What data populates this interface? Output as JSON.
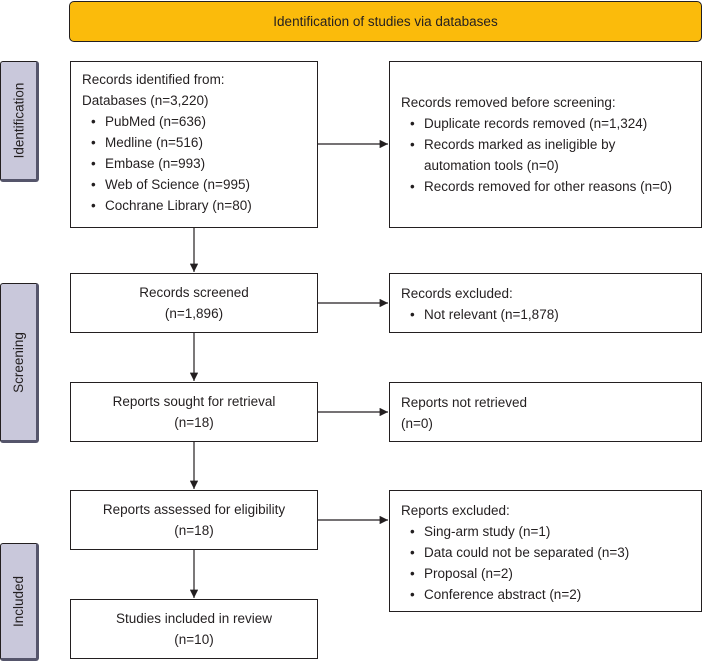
{
  "header": {
    "title": "Identification of studies via databases"
  },
  "phases": {
    "identification": "Identification",
    "screening": "Screening",
    "included": "Included"
  },
  "boxes": {
    "records_identified": {
      "title": "Records identified from:",
      "subtitle": "Databases (n=3,220)",
      "items": [
        "PubMed (n=636)",
        "Medline (n=516)",
        "Embase (n=993)",
        "Web of Science (n=995)",
        "Cochrane Library (n=80)"
      ]
    },
    "records_removed": {
      "title": "Records removed before screening:",
      "items": [
        "Duplicate records removed  (n=1,324)",
        "Records marked as ineligible by automation tools (n=0)",
        "Records removed for other reasons (n=0)"
      ]
    },
    "records_screened": {
      "title": "Records screened",
      "count": "(n=1,896)"
    },
    "records_excluded": {
      "title": "Records excluded:",
      "items": [
        "Not relevant (n=1,878)"
      ]
    },
    "reports_sought": {
      "title": "Reports sought for retrieval",
      "count": "(n=18)"
    },
    "reports_not_retrieved": {
      "title": "Reports not retrieved",
      "count": "(n=0)"
    },
    "reports_assessed": {
      "title": "Reports assessed for eligibility",
      "count": "(n=18)"
    },
    "reports_excluded": {
      "title": "Reports excluded:",
      "items": [
        "Sing-arm study (n=1)",
        "Data could not be separated (n=3)",
        "Proposal (n=2)",
        "Conference abstract (n=2)"
      ]
    },
    "studies_included": {
      "title": "Studies included in review",
      "count": "(n=10)"
    }
  },
  "colors": {
    "header_fill": "#fbbb0b",
    "phase_fill": "#c9c8db",
    "phase_shadow": "#55556b",
    "line": "#231f20"
  }
}
